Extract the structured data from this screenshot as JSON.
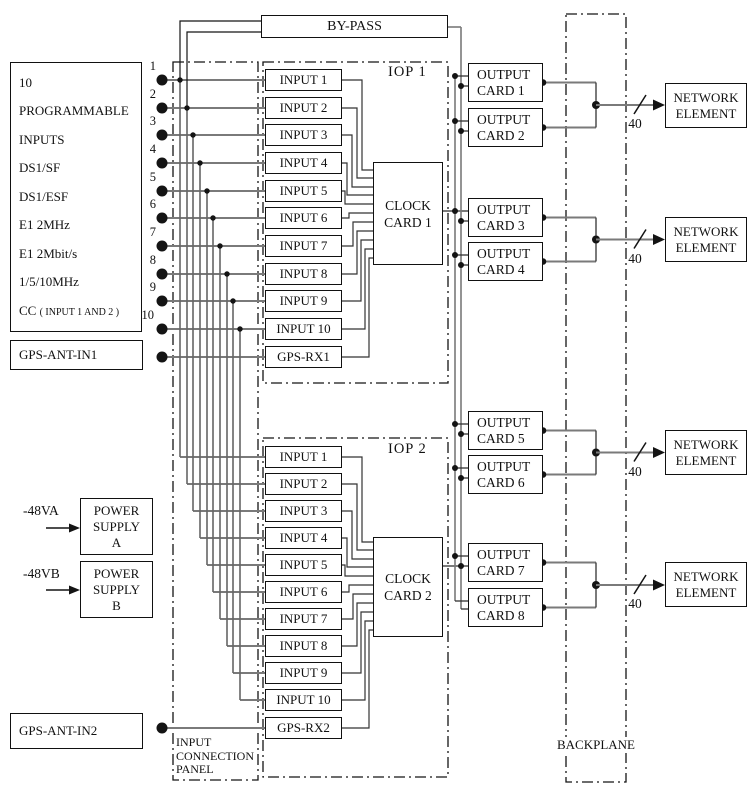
{
  "left_panel": {
    "lines": [
      "10",
      "PROGRAMMABLE",
      "INPUTS",
      "DS1/SF",
      "DS1/ESF",
      "E1 2MHz",
      "E1 2Mbit/s",
      "1/5/10MHz"
    ],
    "cc": "CC",
    "cc_note": "( INPUT 1 AND 2 )"
  },
  "connectors": {
    "numbers": [
      "1",
      "2",
      "3",
      "4",
      "5",
      "6",
      "7",
      "8",
      "9",
      "10"
    ]
  },
  "gps": {
    "ant_in1": "GPS-ANT-IN1",
    "ant_in2": "GPS-ANT-IN2",
    "rx1": "GPS-RX1",
    "rx2": "GPS-RX2"
  },
  "power": {
    "feed_a": "-48VA",
    "feed_b": "-48VB",
    "supply_a": {
      "l1": "POWER",
      "l2": "SUPPLY",
      "l3": "A"
    },
    "supply_b": {
      "l1": "POWER",
      "l2": "SUPPLY",
      "l3": "B"
    }
  },
  "bypass": {
    "label": "BY-PASS"
  },
  "iop1": {
    "title": "IOP 1",
    "inputs": [
      "INPUT 1",
      "INPUT 2",
      "INPUT 3",
      "INPUT 4",
      "INPUT 5",
      "INPUT 6",
      "INPUT 7",
      "INPUT 8",
      "INPUT 9",
      "INPUT 10"
    ],
    "clock": {
      "l1": "CLOCK",
      "l2": "CARD 1"
    }
  },
  "iop2": {
    "title": "IOP 2",
    "inputs": [
      "INPUT 1",
      "INPUT 2",
      "INPUT 3",
      "INPUT 4",
      "INPUT 5",
      "INPUT 6",
      "INPUT 7",
      "INPUT 8",
      "INPUT 9",
      "INPUT 10"
    ],
    "clock": {
      "l1": "CLOCK",
      "l2": "CARD 2"
    }
  },
  "input_panel": {
    "l1": "INPUT",
    "l2": "CONNECTION",
    "l3": "PANEL"
  },
  "backplane": {
    "label": "BACKPLANE"
  },
  "output_cards": [
    {
      "l1": "OUTPUT",
      "l2": "CARD 1"
    },
    {
      "l1": "OUTPUT",
      "l2": "CARD 2"
    },
    {
      "l1": "OUTPUT",
      "l2": "CARD 3"
    },
    {
      "l1": "OUTPUT",
      "l2": "CARD 4"
    },
    {
      "l1": "OUTPUT",
      "l2": "CARD 5"
    },
    {
      "l1": "OUTPUT",
      "l2": "CARD 6"
    },
    {
      "l1": "OUTPUT",
      "l2": "CARD 7"
    },
    {
      "l1": "OUTPUT",
      "l2": "CARD 8"
    }
  ],
  "network_elements": [
    {
      "l1": "NETWORK",
      "l2": "ELEMENT"
    },
    {
      "l1": "NETWORK",
      "l2": "ELEMENT"
    },
    {
      "l1": "NETWORK",
      "l2": "ELEMENT"
    },
    {
      "l1": "NETWORK",
      "l2": "ELEMENT"
    }
  ],
  "links": {
    "widths": [
      "40",
      "40",
      "40",
      "40"
    ]
  },
  "colors": {
    "wire_gray": "#7a7a7a",
    "line_black": "#141414"
  }
}
